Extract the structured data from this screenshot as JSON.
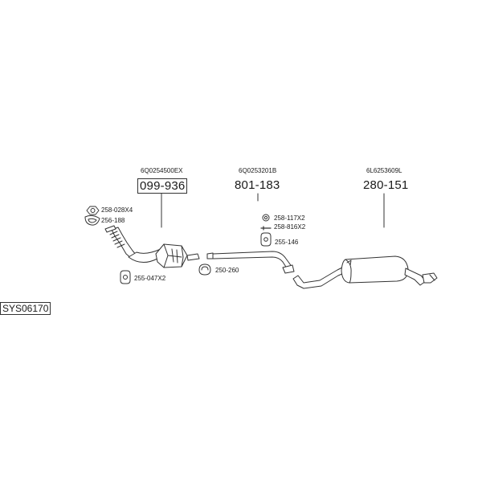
{
  "system_code": "SYS06170",
  "assemblies": [
    {
      "oem": "6Q0254500EX",
      "part": "099-936",
      "highlighted": true
    },
    {
      "oem": "6Q0253201B",
      "part": "801-183",
      "highlighted": false
    },
    {
      "oem": "6L6253609L",
      "part": "280-151",
      "highlighted": false
    }
  ],
  "accessories": [
    {
      "code": "258-028X4",
      "icon": "nut-icon"
    },
    {
      "code": "256-188",
      "icon": "gasket-icon"
    },
    {
      "code": "255-047X2",
      "icon": "rubber-hanger-icon"
    },
    {
      "code": "250-260",
      "icon": "clamp-icon"
    },
    {
      "code": "258-117X2",
      "icon": "washer-icon"
    },
    {
      "code": "258-816X2",
      "icon": "bolt-icon"
    },
    {
      "code": "255-146",
      "icon": "rubber-hanger-icon"
    }
  ]
}
